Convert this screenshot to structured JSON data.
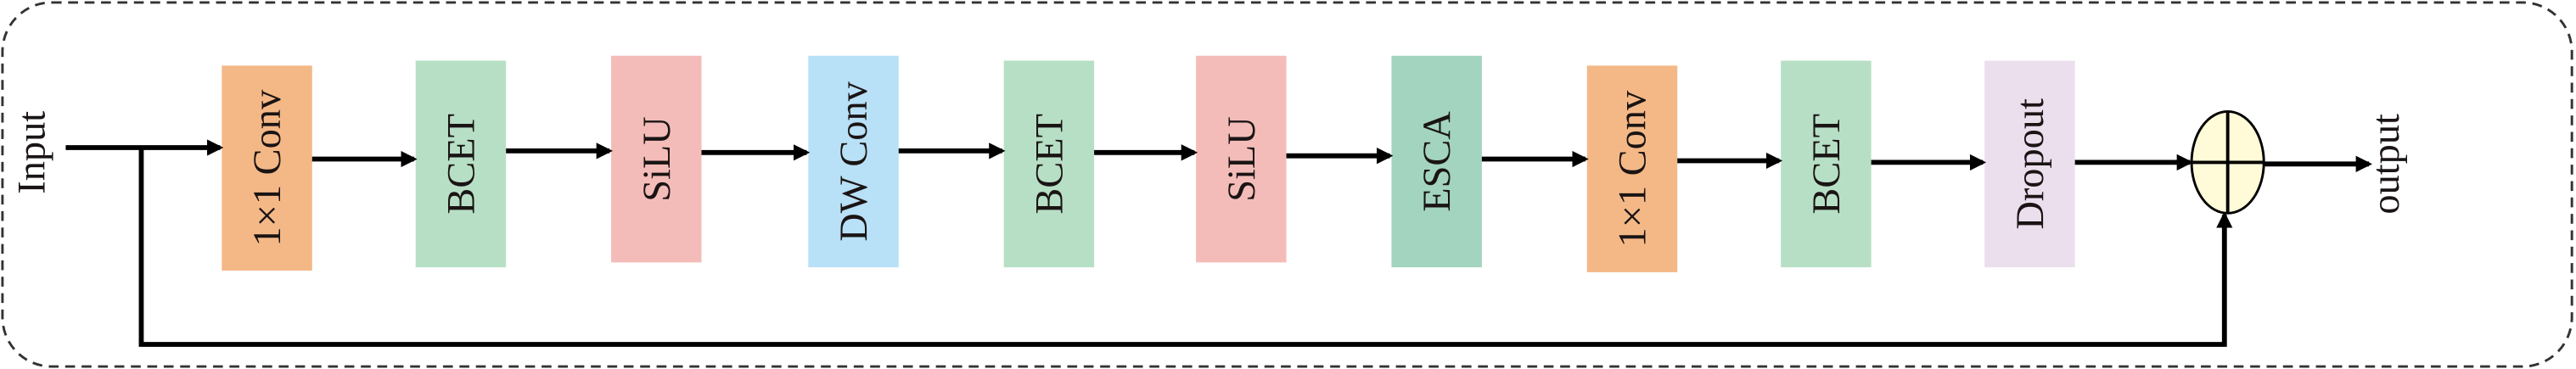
{
  "diagram": {
    "input_label": "Input",
    "output_label": "output",
    "blocks": [
      {
        "label": "1×1 Conv",
        "color": "#F4B887"
      },
      {
        "label": "BCET",
        "color": "#B7DFC5"
      },
      {
        "label": "SiLU",
        "color": "#F4BCB8"
      },
      {
        "label": "DW Conv",
        "color": "#B8E0F6"
      },
      {
        "label": "BCET",
        "color": "#B7DFC5"
      },
      {
        "label": "SiLU",
        "color": "#F4BCB8"
      },
      {
        "label": "ESCA",
        "color": "#A3D4BF"
      },
      {
        "label": "1×1 Conv",
        "color": "#F4B887"
      },
      {
        "label": "BCET",
        "color": "#B7DFC5"
      },
      {
        "label": "Dropout",
        "color": "#EBDFEE"
      }
    ],
    "add_node": {
      "icon": "circle-plus-icon",
      "color": "#FFFBD8"
    }
  }
}
